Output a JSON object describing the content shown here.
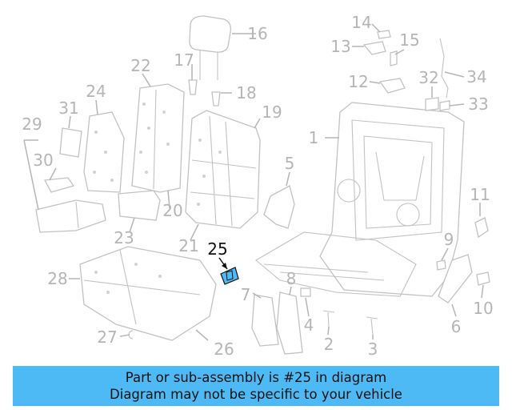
{
  "callouts": [
    {
      "id": "c1",
      "text": "1"
    },
    {
      "id": "c2",
      "text": "2"
    },
    {
      "id": "c3",
      "text": "3"
    },
    {
      "id": "c4",
      "text": "4"
    },
    {
      "id": "c5",
      "text": "5"
    },
    {
      "id": "c6",
      "text": "6"
    },
    {
      "id": "c7",
      "text": "7"
    },
    {
      "id": "c8",
      "text": "8"
    },
    {
      "id": "c9",
      "text": "9"
    },
    {
      "id": "c10",
      "text": "10"
    },
    {
      "id": "c11",
      "text": "11"
    },
    {
      "id": "c12",
      "text": "12"
    },
    {
      "id": "c13",
      "text": "13"
    },
    {
      "id": "c14",
      "text": "14"
    },
    {
      "id": "c15",
      "text": "15"
    },
    {
      "id": "c16",
      "text": "16"
    },
    {
      "id": "c17",
      "text": "17"
    },
    {
      "id": "c18",
      "text": "18"
    },
    {
      "id": "c19",
      "text": "19"
    },
    {
      "id": "c20",
      "text": "20"
    },
    {
      "id": "c21",
      "text": "21"
    },
    {
      "id": "c22",
      "text": "22"
    },
    {
      "id": "c23",
      "text": "23"
    },
    {
      "id": "c24",
      "text": "24"
    },
    {
      "id": "c25",
      "text": "25"
    },
    {
      "id": "c26",
      "text": "26"
    },
    {
      "id": "c27",
      "text": "27"
    },
    {
      "id": "c28",
      "text": "28"
    },
    {
      "id": "c29",
      "text": "29"
    },
    {
      "id": "c30",
      "text": "30"
    },
    {
      "id": "c31",
      "text": "31"
    },
    {
      "id": "c32",
      "text": "32"
    },
    {
      "id": "c33",
      "text": "33"
    },
    {
      "id": "c34",
      "text": "34"
    }
  ],
  "highlight_part": "25",
  "colors": {
    "highlight_fill": "#4dbaf5",
    "footer_bg": "#4dbaf5",
    "line_gray": "#b5b5b5"
  },
  "footer": {
    "line1": "Part or sub-assembly is #25 in diagram",
    "line2": "Diagram may not be specific to your vehicle"
  }
}
